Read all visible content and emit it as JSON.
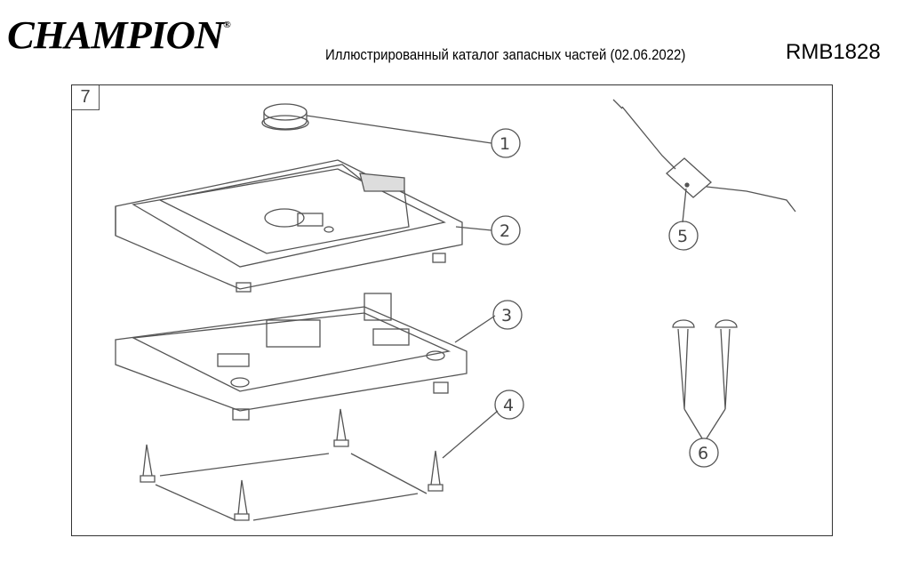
{
  "header": {
    "brand": "CHAMPION",
    "registered": "®",
    "subtitle": "Иллюстрированный каталог запасных частей (02.06.2022)",
    "model": "RMB1828"
  },
  "figure": {
    "number": "7",
    "callouts": [
      "1",
      "2",
      "3",
      "4",
      "5",
      "6"
    ]
  }
}
